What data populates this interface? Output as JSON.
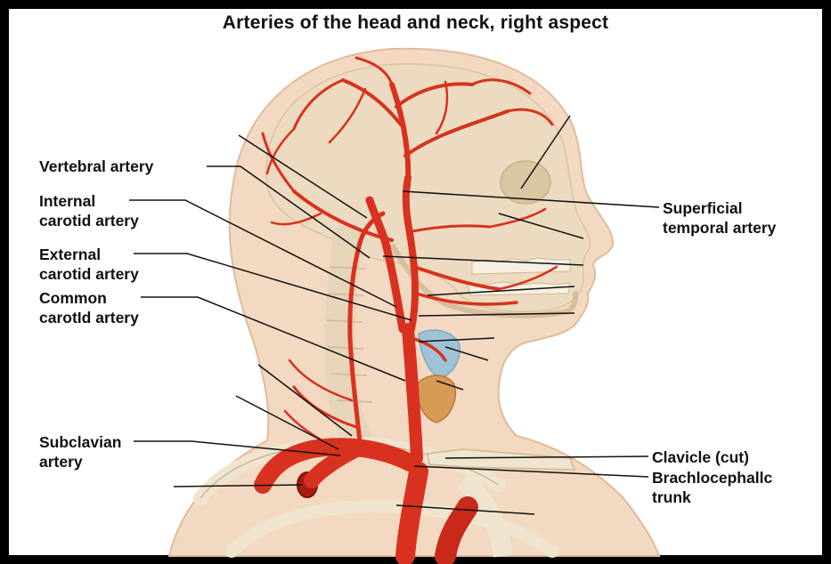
{
  "title": "Arteries of the head and neck, right aspect",
  "labels": {
    "vertebral_artery": "Vertebral artery",
    "internal_carotid_line1": "Internal",
    "internal_carotid_line2": "carotid artery",
    "external_carotid_line1": "External",
    "external_carotid_line2": "carotid artery",
    "common_carotid_line1": "Common",
    "common_carotid_line2": "carotId artery",
    "subclavian_line1": "Subclavian",
    "subclavian_line2": "artery",
    "superficial_temporal_line1": "Superficial",
    "superficial_temporal_line2": "temporal artery",
    "clavicle": "Clavicle (cut)",
    "brachiocephalic_line1": "Brachlocephallc",
    "brachiocephalic_line2": "trunk"
  },
  "colors": {
    "frame": "#000000",
    "skin": "#f3d9c2",
    "skin_shadow": "#e5bfa0",
    "skull": "#ecdcc0",
    "artery": "#d9311f",
    "artery_dark": "#a81c10",
    "bone": "#efe5cf",
    "thyroid": "#d79a55",
    "larynx": "#9fc3d6",
    "leader": "#111111"
  }
}
